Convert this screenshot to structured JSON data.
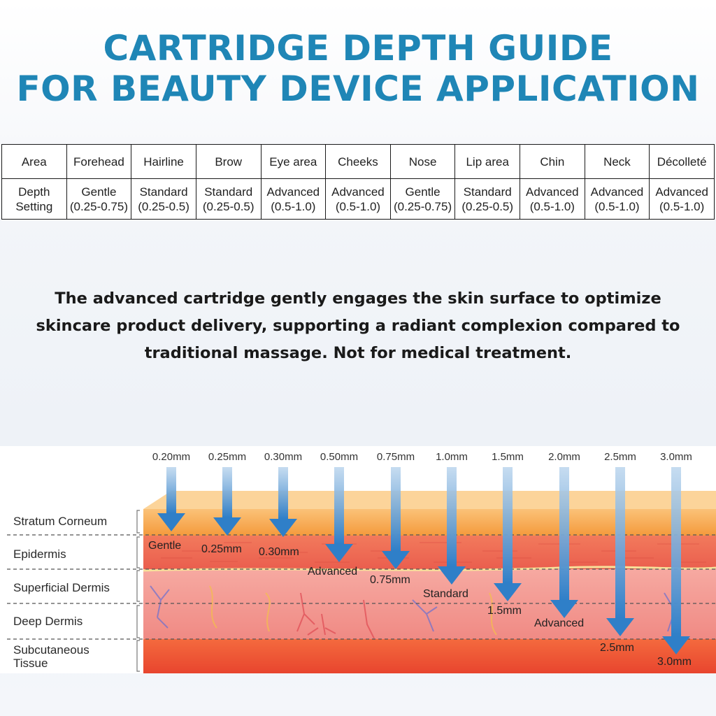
{
  "title": {
    "line1": "CARTRIDGE DEPTH GUIDE",
    "line2": "FOR BEAUTY DEVICE APPLICATION"
  },
  "table": {
    "header_label": "Area",
    "row_label": [
      "Depth",
      "Setting"
    ],
    "columns": [
      {
        "area": "Forehead",
        "setting": "Gentle",
        "range": "(0.25-0.75)"
      },
      {
        "area": "Hairline",
        "setting": "Standard",
        "range": "(0.25-0.5)"
      },
      {
        "area": "Brow",
        "setting": "Standard",
        "range": "(0.25-0.5)"
      },
      {
        "area": "Eye area",
        "setting": "Advanced",
        "range": "(0.5-1.0)"
      },
      {
        "area": "Cheeks",
        "setting": "Advanced",
        "range": "(0.5-1.0)"
      },
      {
        "area": "Nose",
        "setting": "Gentle",
        "range": "(0.25-0.75)"
      },
      {
        "area": "Lip area",
        "setting": "Standard",
        "range": "(0.25-0.5)"
      },
      {
        "area": "Chin",
        "setting": "Advanced",
        "range": "(0.5-1.0)"
      },
      {
        "area": "Neck",
        "setting": "Advanced",
        "range": "(0.5-1.0)"
      },
      {
        "area": "Décolleté",
        "setting": "Advanced",
        "range": "(0.5-1.0)"
      }
    ]
  },
  "description": [
    "The advanced cartridge gently engages the skin surface to optimize",
    "skincare product delivery, supporting a radiant complexion compared to",
    "traditional massage. Not for medical treatment."
  ],
  "diagram": {
    "layers": [
      "Stratum Corneum",
      "Epidermis",
      "Superficial Dermis",
      "Deep Dermis",
      "Subcutaneous",
      "Tissue"
    ],
    "depths": [
      "0.20mm",
      "0.25mm",
      "0.30mm",
      "0.50mm",
      "0.75mm",
      "1.0mm",
      "1.5mm",
      "2.0mm",
      "2.5mm",
      "3.0mm"
    ],
    "arrow_labels": [
      "Gentle",
      "0.25mm",
      "0.30mm",
      "Advanced",
      "0.75mm",
      "Standard",
      "1.5mm",
      "Advanced",
      "2.5mm",
      "3.0mm"
    ],
    "colors": {
      "title": "#1f86b6",
      "arrow": "#2f7fc8",
      "stratum": "#f7a94a",
      "epidermis": "#ee6b57",
      "dermis": "#f39a93",
      "subcutaneous": "#f0553a"
    }
  }
}
